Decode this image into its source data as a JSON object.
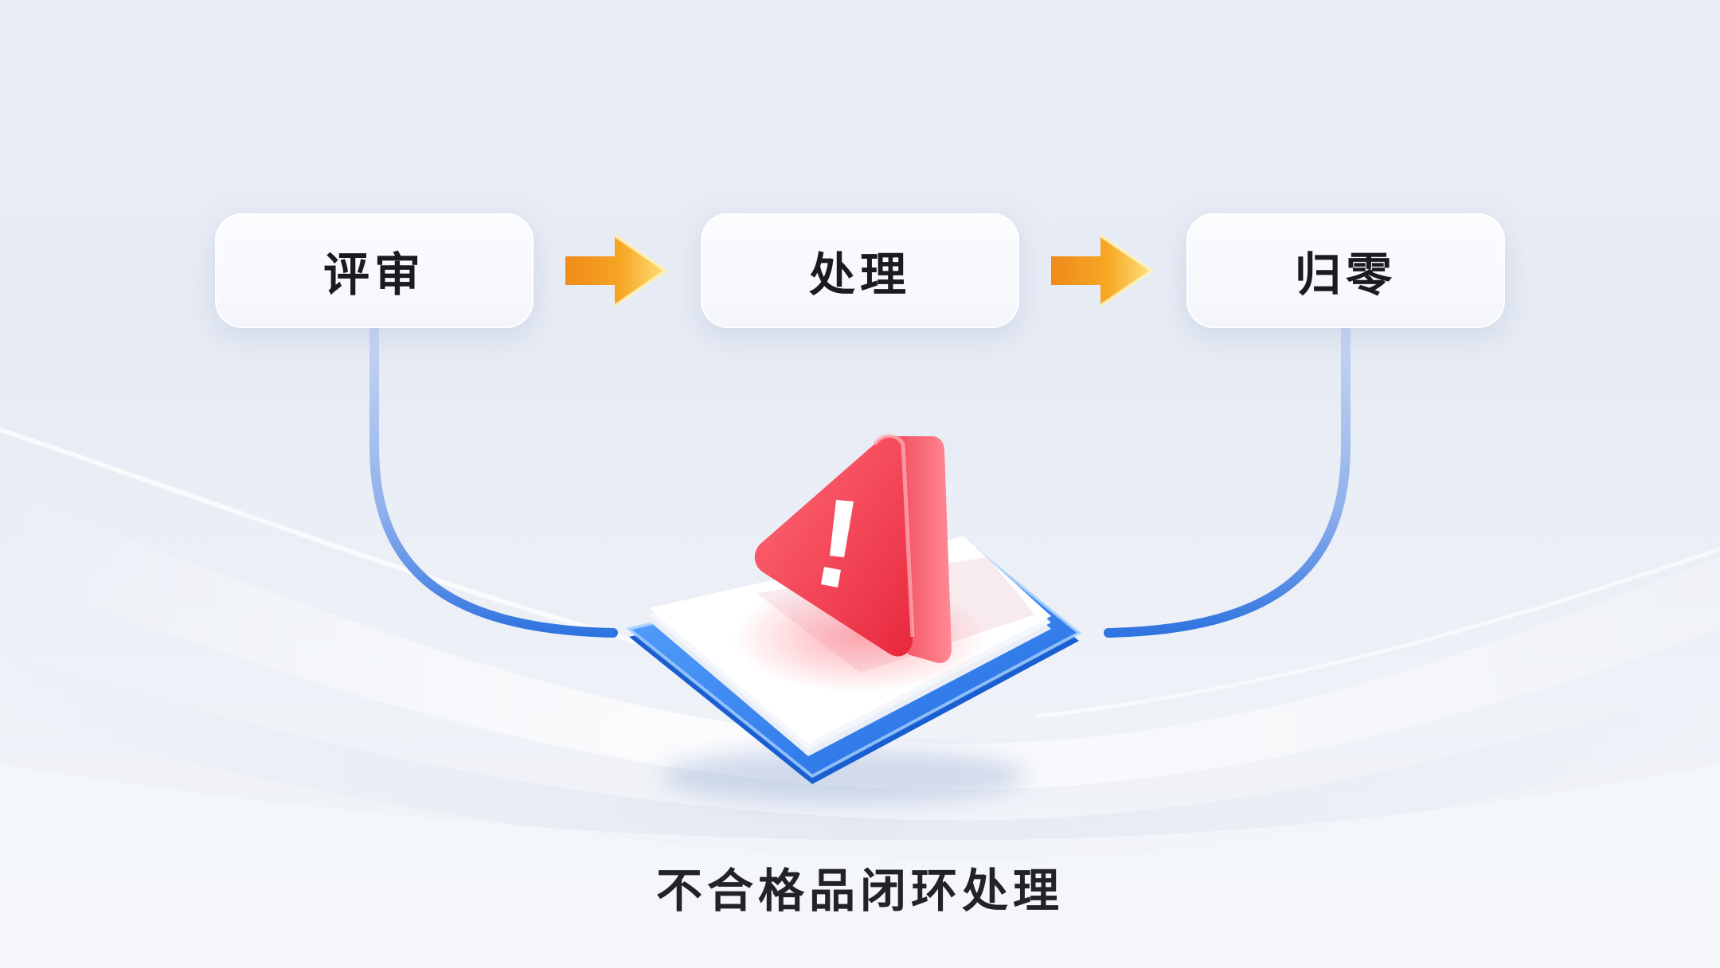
{
  "steps": [
    {
      "label": "评审"
    },
    {
      "label": "处理"
    },
    {
      "label": "归零"
    }
  ],
  "caption": "不合格品闭环处理",
  "icons": {
    "center": "warning-triangle-on-document-icon",
    "arrows": "arrow-right-icon"
  },
  "colors": {
    "arrow": "#f39c12",
    "connector": "#3a7ee0",
    "warning": "#ee3b4c",
    "tray": "#2b7fe6"
  }
}
